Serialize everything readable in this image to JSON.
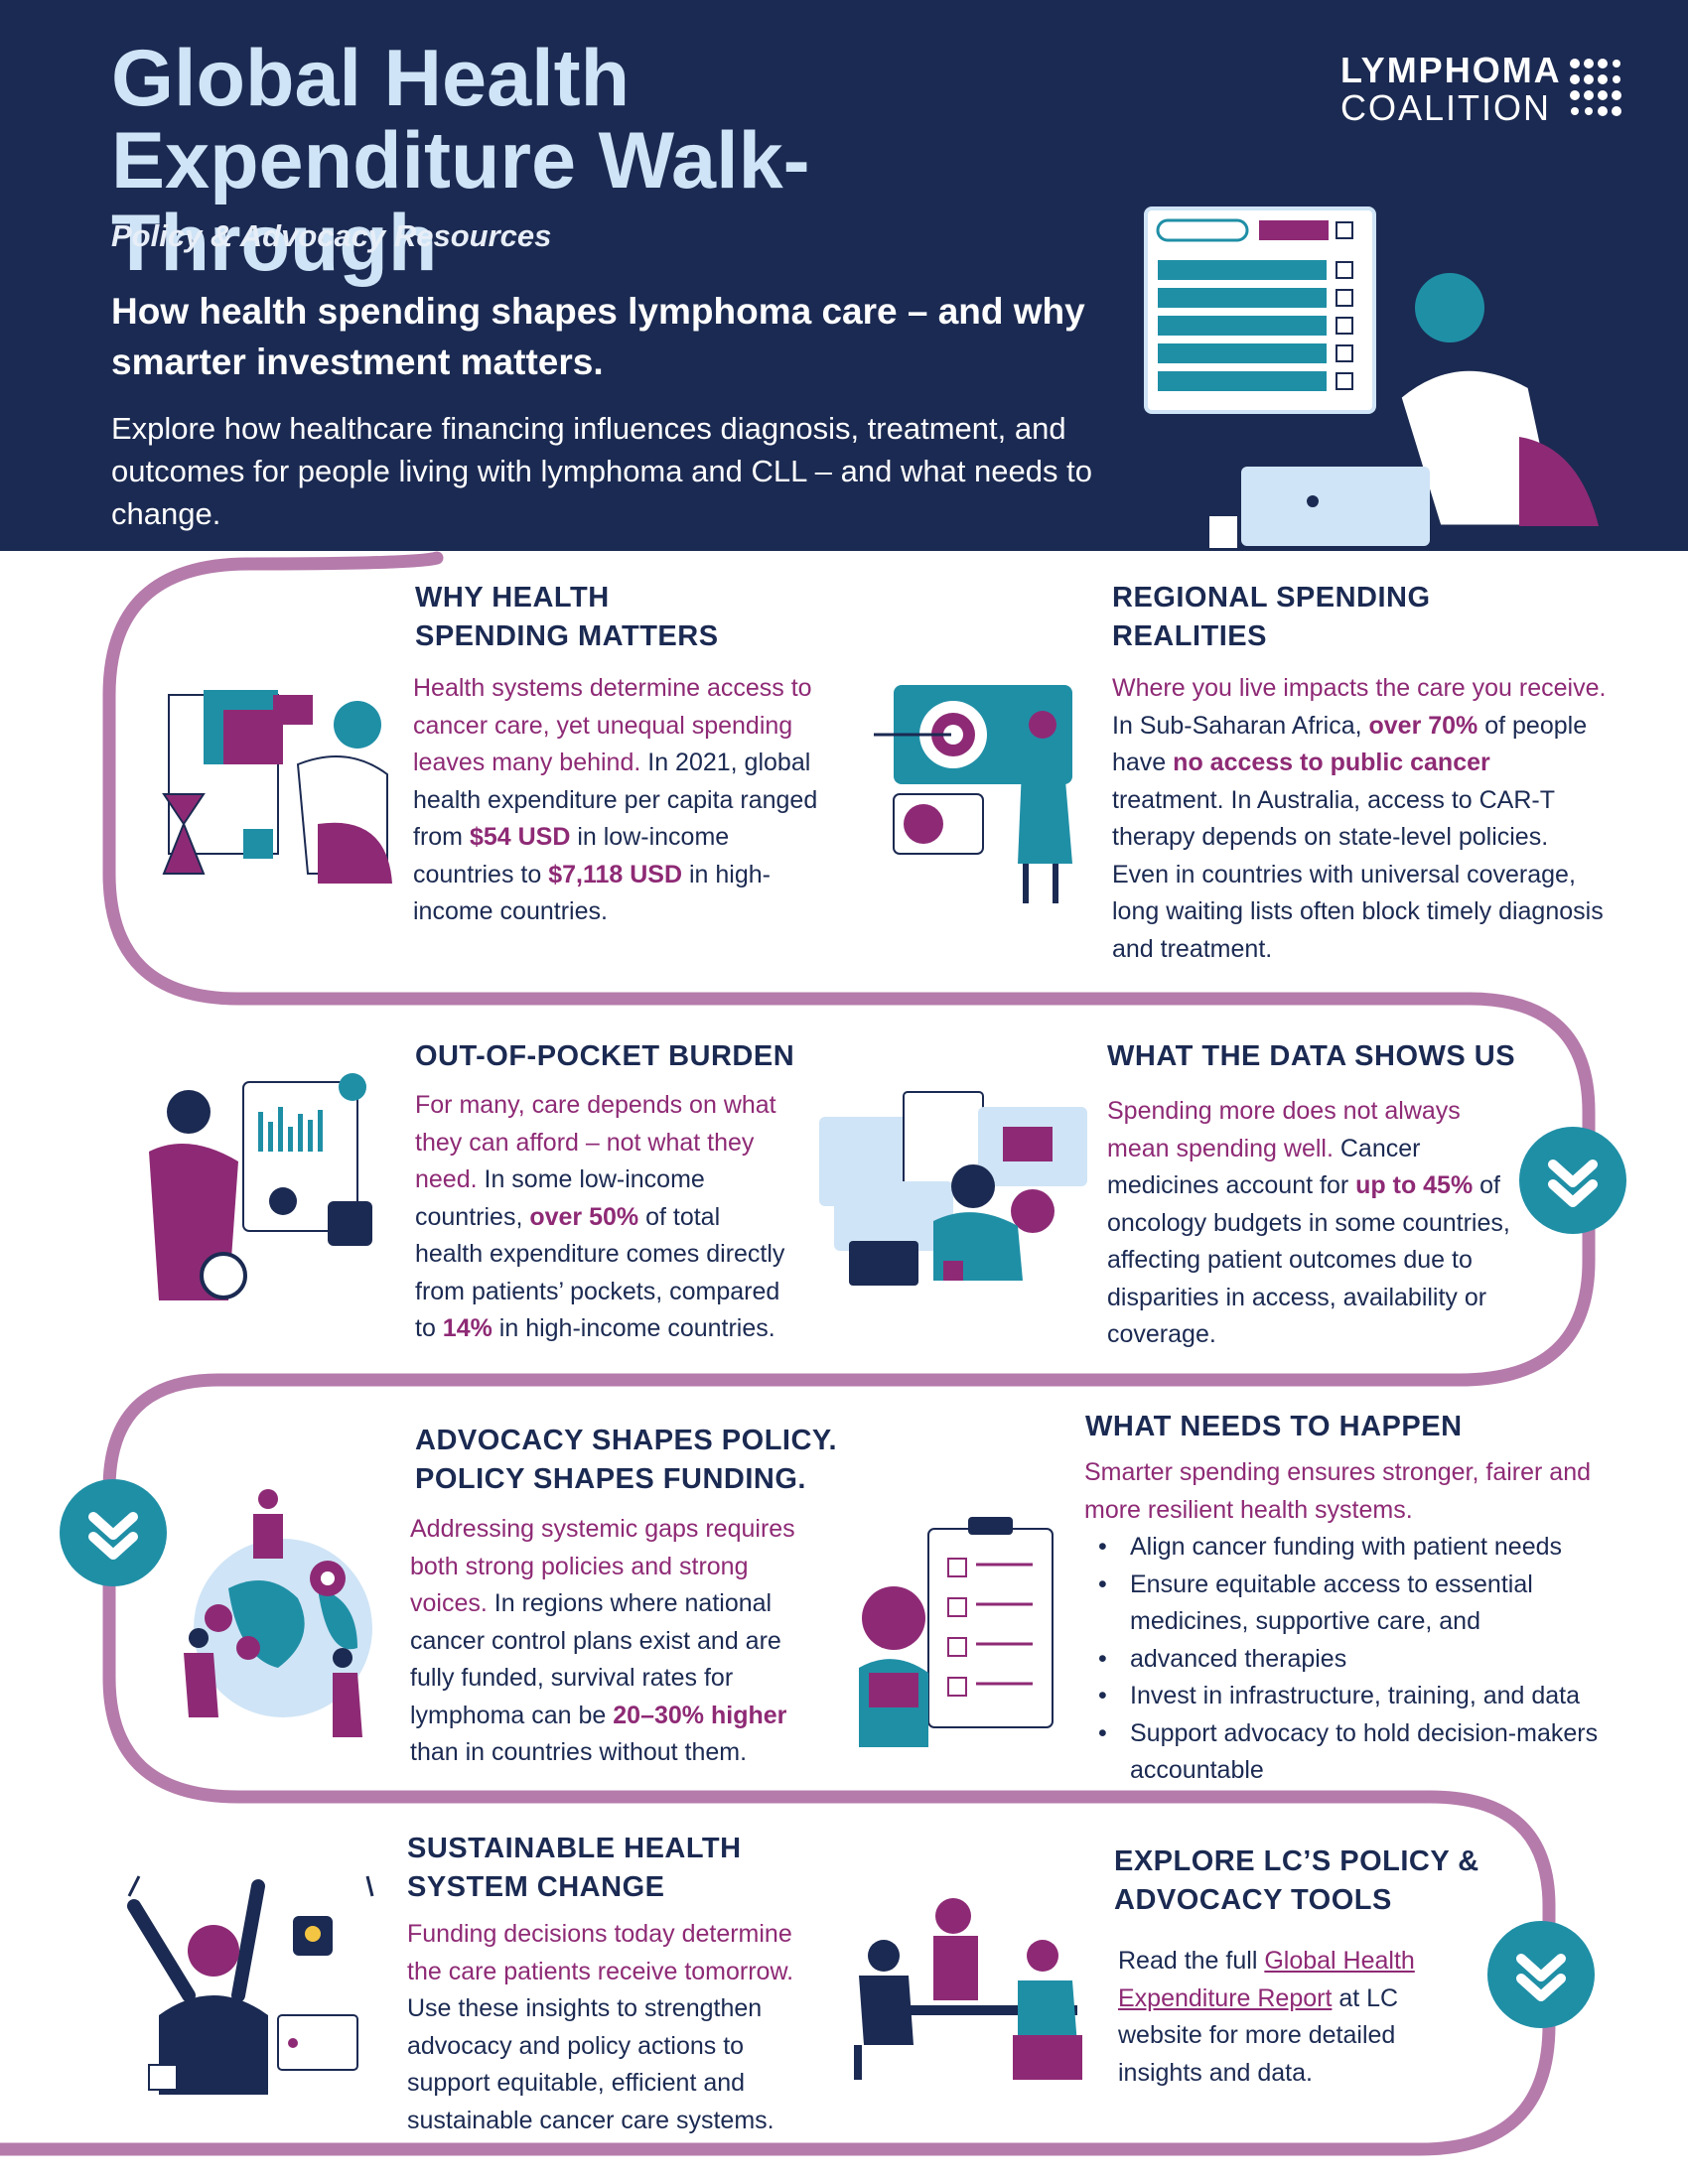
{
  "header": {
    "title": "Global Health Expenditure Walk-Through",
    "subtitle": "Policy & Advocacy Resources",
    "lead": "How health spending shapes lymphoma care – and why smarter investment matters.",
    "intro": "Explore how healthcare financing influences diagnosis, treatment, and outcomes for people living with lymphoma and CLL – and what needs to change.",
    "logo_line1": "LYMPHOMA",
    "logo_line2": "COALITION"
  },
  "colors": {
    "navy": "#1b2a52",
    "teal": "#1f8fa6",
    "plum": "#8e2a75",
    "mauve": "#b57bab",
    "light_blue": "#cfe4f6"
  },
  "sections": {
    "why": {
      "title": "WHY HEALTH SPENDING MATTERS",
      "hl": "Health systems determine access to cancer care, yet unequal spending leaves many behind.",
      "t1": " In 2021, global health expenditure per capita ranged from ",
      "b1": "$54 USD",
      "t2": " in low-income countries to ",
      "b2": "$7,118 USD",
      "t3": " in high-income countries."
    },
    "regional": {
      "title": "REGIONAL SPENDING REALITIES",
      "hl": "Where you live impacts the care you receive.",
      "t1": " In Sub-Saharan Africa, ",
      "b1": "over 70%",
      "t2": " of people have ",
      "b2": "no access to public cancer",
      "t3": " treatment. In Australia, access to CAR-T therapy depends on state-level policies. Even in countries with universal coverage, long waiting lists often block timely diagnosis and treatment."
    },
    "oop": {
      "title": "OUT-OF-POCKET BURDEN",
      "hl": "For many, care depends on what they can afford – not what they need.",
      "t1": " In some low-income countries, ",
      "b1": "over 50%",
      "t2": " of total health expenditure comes directly from patients’ pockets, compared to ",
      "b2": "14%",
      "t3": " in high-income countries."
    },
    "data": {
      "title": "WHAT THE DATA SHOWS US",
      "hl": "Spending more does not always mean spending well.",
      "t1": "Cancer medicines account for ",
      "b1": "up to 45%",
      "t2": " of oncology budgets in some countries, affecting patient outcomes due to disparities in access, availability or coverage."
    },
    "advocacy": {
      "title": "ADVOCACY SHAPES POLICY. POLICY SHAPES FUNDING.",
      "hl": "Addressing systemic gaps requires both strong policies and strong voices.",
      "t1": " In regions where national cancer control plans exist and are fully funded, survival rates for lymphoma can be ",
      "b1": "20–30% higher",
      "t2": " than in countries without them."
    },
    "needs": {
      "title": "WHAT NEEDS TO HAPPEN",
      "hl": "Smarter spending ensures stronger, fairer and more resilient health systems.",
      "items": [
        "Align cancer funding with patient needs",
        "Ensure equitable access to essential medicines, supportive care, and",
        "advanced therapies",
        "Invest in infrastructure, training, and data",
        "Support advocacy to hold decision-makers accountable"
      ]
    },
    "sustainable": {
      "title": "SUSTAINABLE HEALTH SYSTEM CHANGE",
      "hl": "Funding decisions today determine the care patients receive tomorrow.",
      "t1": " Use these insights to strengthen advocacy and policy actions to support equitable, efficient and sustainable cancer care systems."
    },
    "explore": {
      "title": "EXPLORE LC’S POLICY & ADVOCACY TOOLS",
      "t1": "Read the full ",
      "link": "Global Health Expenditure Report",
      "t2": " at LC website for more detailed insights and data."
    }
  }
}
